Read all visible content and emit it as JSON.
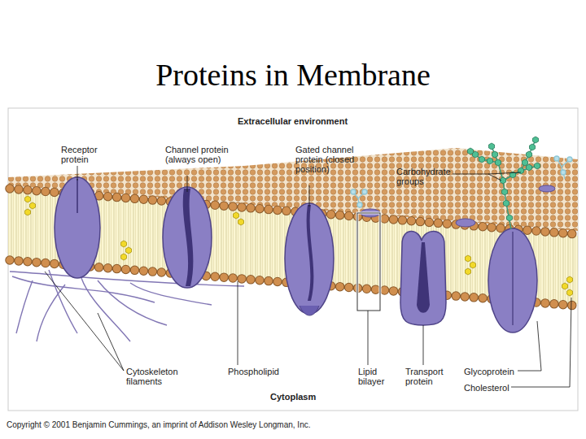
{
  "diagram": {
    "title": "Proteins in Membrane",
    "labels": [
      "Extracellular environment",
      "Receptor protein",
      "Channel protein (always open)",
      "Gated channel protein (closed position)",
      "Carbohydrate groups",
      "Cytoskeleton filaments",
      "Phospholipid",
      "Lipid bilayer",
      "Transport protein",
      "Glycoprotein",
      "Cholesterol",
      "Cytoplasm",
      "Copyright © 2001 Benjamin Cummings, an imprint of Addison Wesley Longman, Inc."
    ]
  }
}
